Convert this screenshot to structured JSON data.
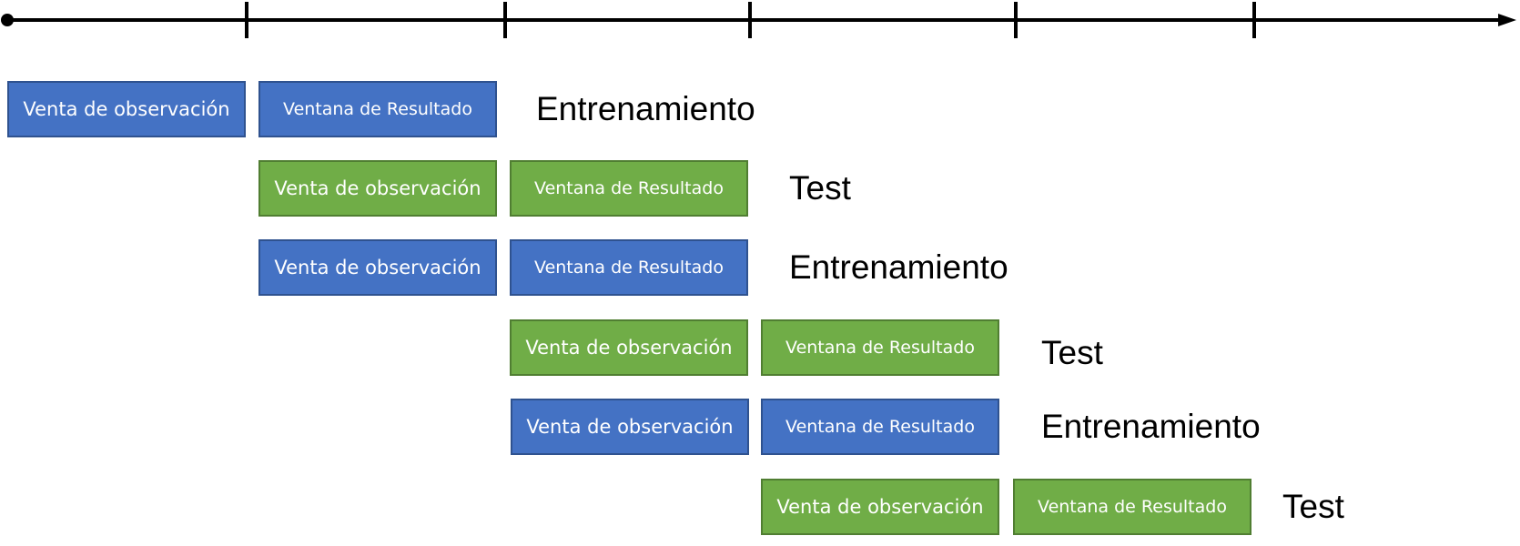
{
  "colors": {
    "entrenamiento": "#4472C4",
    "test": "#70AD47",
    "axis": "#000000"
  },
  "rows": [
    {
      "observation": "Venta de observación",
      "result": "Ventana de Resultado",
      "phase": "Entrenamiento",
      "color": "blue"
    },
    {
      "observation": "Venta de observación",
      "result": "Ventana de Resultado",
      "phase": "Test",
      "color": "green"
    },
    {
      "observation": "Venta de observación",
      "result": "Ventana de Resultado",
      "phase": "Entrenamiento",
      "color": "blue"
    },
    {
      "observation": "Venta de observación",
      "result": "Ventana de Resultado",
      "phase": "Test",
      "color": "green"
    },
    {
      "observation": "Venta de observación",
      "result": "Ventana de Resultado",
      "phase": "Entrenamiento",
      "color": "blue"
    },
    {
      "observation": "Venta de observación",
      "result": "Ventana de Resultado",
      "phase": "Test",
      "color": "green"
    }
  ]
}
